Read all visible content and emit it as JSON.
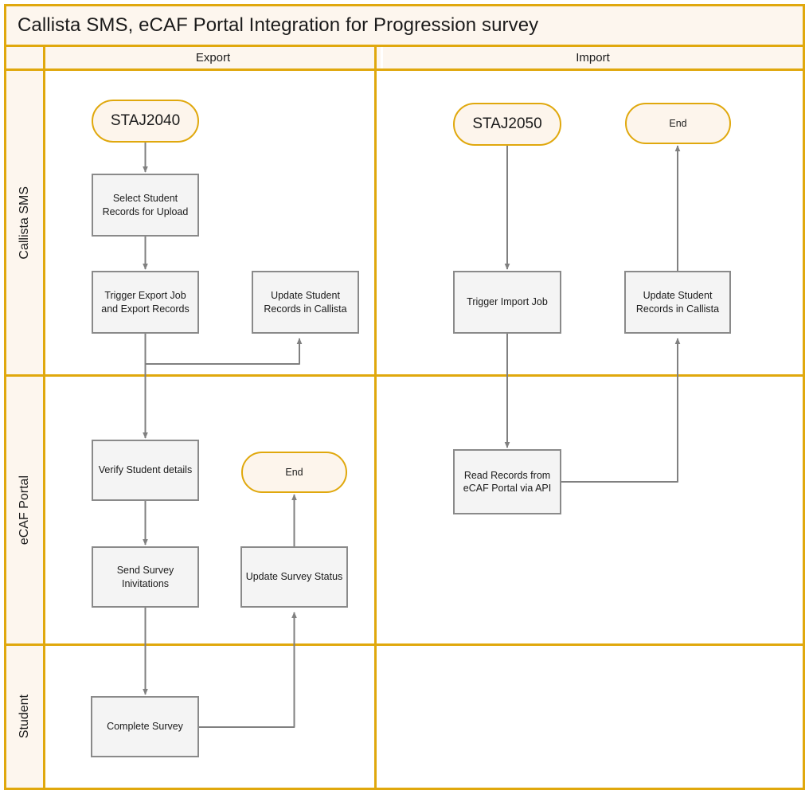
{
  "diagram": {
    "title": "Callista SMS, eCAF Portal Integration for Progression survey",
    "colors": {
      "frame": "#E0A80D",
      "header_fill": "#FDF6EE",
      "terminator_fill": "#FDF5EC",
      "process_fill": "#F4F4F4",
      "process_stroke": "#8A8A8A",
      "connector": "#808080",
      "canvas": "#FFFFFF"
    },
    "columns": [
      {
        "id": "export",
        "label": "Export"
      },
      {
        "id": "import",
        "label": "Import"
      }
    ],
    "lanes": [
      {
        "id": "callista",
        "label": "Callista SMS"
      },
      {
        "id": "ecaf",
        "label": "eCAF Portal"
      },
      {
        "id": "student",
        "label": "Student"
      }
    ],
    "nodes": [
      {
        "id": "staj2040",
        "label": "STAJ2040",
        "shape": "terminator",
        "lane": "callista",
        "column": "export"
      },
      {
        "id": "select_records",
        "label": "Select Student Records for Upload",
        "shape": "process",
        "lane": "callista",
        "column": "export"
      },
      {
        "id": "trigger_export",
        "label": "Trigger Export Job and Export Records",
        "shape": "process",
        "lane": "callista",
        "column": "export"
      },
      {
        "id": "update_callista_export",
        "label": "Update Student Records in Callista",
        "shape": "process",
        "lane": "callista",
        "column": "export"
      },
      {
        "id": "verify_student",
        "label": "Verify Student details",
        "shape": "process",
        "lane": "ecaf",
        "column": "export"
      },
      {
        "id": "end_export",
        "label": "End",
        "shape": "terminator",
        "lane": "ecaf",
        "column": "export"
      },
      {
        "id": "send_survey",
        "label": "Send Survey Inivitations",
        "shape": "process",
        "lane": "ecaf",
        "column": "export"
      },
      {
        "id": "update_survey",
        "label": "Update Survey Status",
        "shape": "process",
        "lane": "ecaf",
        "column": "export"
      },
      {
        "id": "complete_survey",
        "label": "Complete Survey",
        "shape": "process",
        "lane": "student",
        "column": "export"
      },
      {
        "id": "staj2050",
        "label": "STAJ2050",
        "shape": "terminator",
        "lane": "callista",
        "column": "import"
      },
      {
        "id": "end_import",
        "label": "End",
        "shape": "terminator",
        "lane": "callista",
        "column": "import"
      },
      {
        "id": "trigger_import",
        "label": "Trigger Import Job",
        "shape": "process",
        "lane": "callista",
        "column": "import"
      },
      {
        "id": "update_callista_import",
        "label": "Update Student Records in Callista",
        "shape": "process",
        "lane": "callista",
        "column": "import"
      },
      {
        "id": "read_records",
        "label": "Read Records from eCAF Portal via API",
        "shape": "process",
        "lane": "ecaf",
        "column": "import"
      }
    ],
    "edges": [
      {
        "from": "staj2040",
        "to": "select_records"
      },
      {
        "from": "select_records",
        "to": "trigger_export"
      },
      {
        "from": "trigger_export",
        "to": "update_callista_export"
      },
      {
        "from": "trigger_export",
        "to": "verify_student"
      },
      {
        "from": "verify_student",
        "to": "send_survey"
      },
      {
        "from": "send_survey",
        "to": "complete_survey"
      },
      {
        "from": "complete_survey",
        "to": "update_survey"
      },
      {
        "from": "update_survey",
        "to": "end_export"
      },
      {
        "from": "staj2050",
        "to": "trigger_import"
      },
      {
        "from": "trigger_import",
        "to": "read_records"
      },
      {
        "from": "read_records",
        "to": "update_callista_import"
      },
      {
        "from": "update_callista_import",
        "to": "end_import"
      }
    ]
  }
}
